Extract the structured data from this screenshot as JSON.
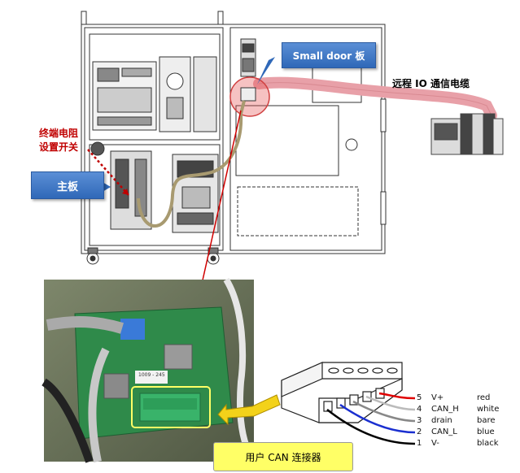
{
  "callouts": {
    "small_door": "Small door 板",
    "main_board": "主板",
    "remote_io_cable": "远程 IO 通信电缆",
    "terminator_switch_line1": "终端电阻",
    "terminator_switch_line2": "设置开关",
    "user_can_connector": "用户 CAN 连接器"
  },
  "board_marks": {
    "label_1": "1009 - 245"
  },
  "pinout": [
    {
      "num": "5",
      "signal": "V+",
      "color": "red",
      "wire": "#e00000"
    },
    {
      "num": "4",
      "signal": "CAN_H",
      "color": "white",
      "wire": "#bbbbbb"
    },
    {
      "num": "3",
      "signal": "drain",
      "color": "bare",
      "wire": "#888888"
    },
    {
      "num": "2",
      "signal": "CAN_L",
      "color": "blue",
      "wire": "#1a2fd0"
    },
    {
      "num": "1",
      "signal": "V-",
      "color": "black",
      "wire": "#000000"
    }
  ]
}
